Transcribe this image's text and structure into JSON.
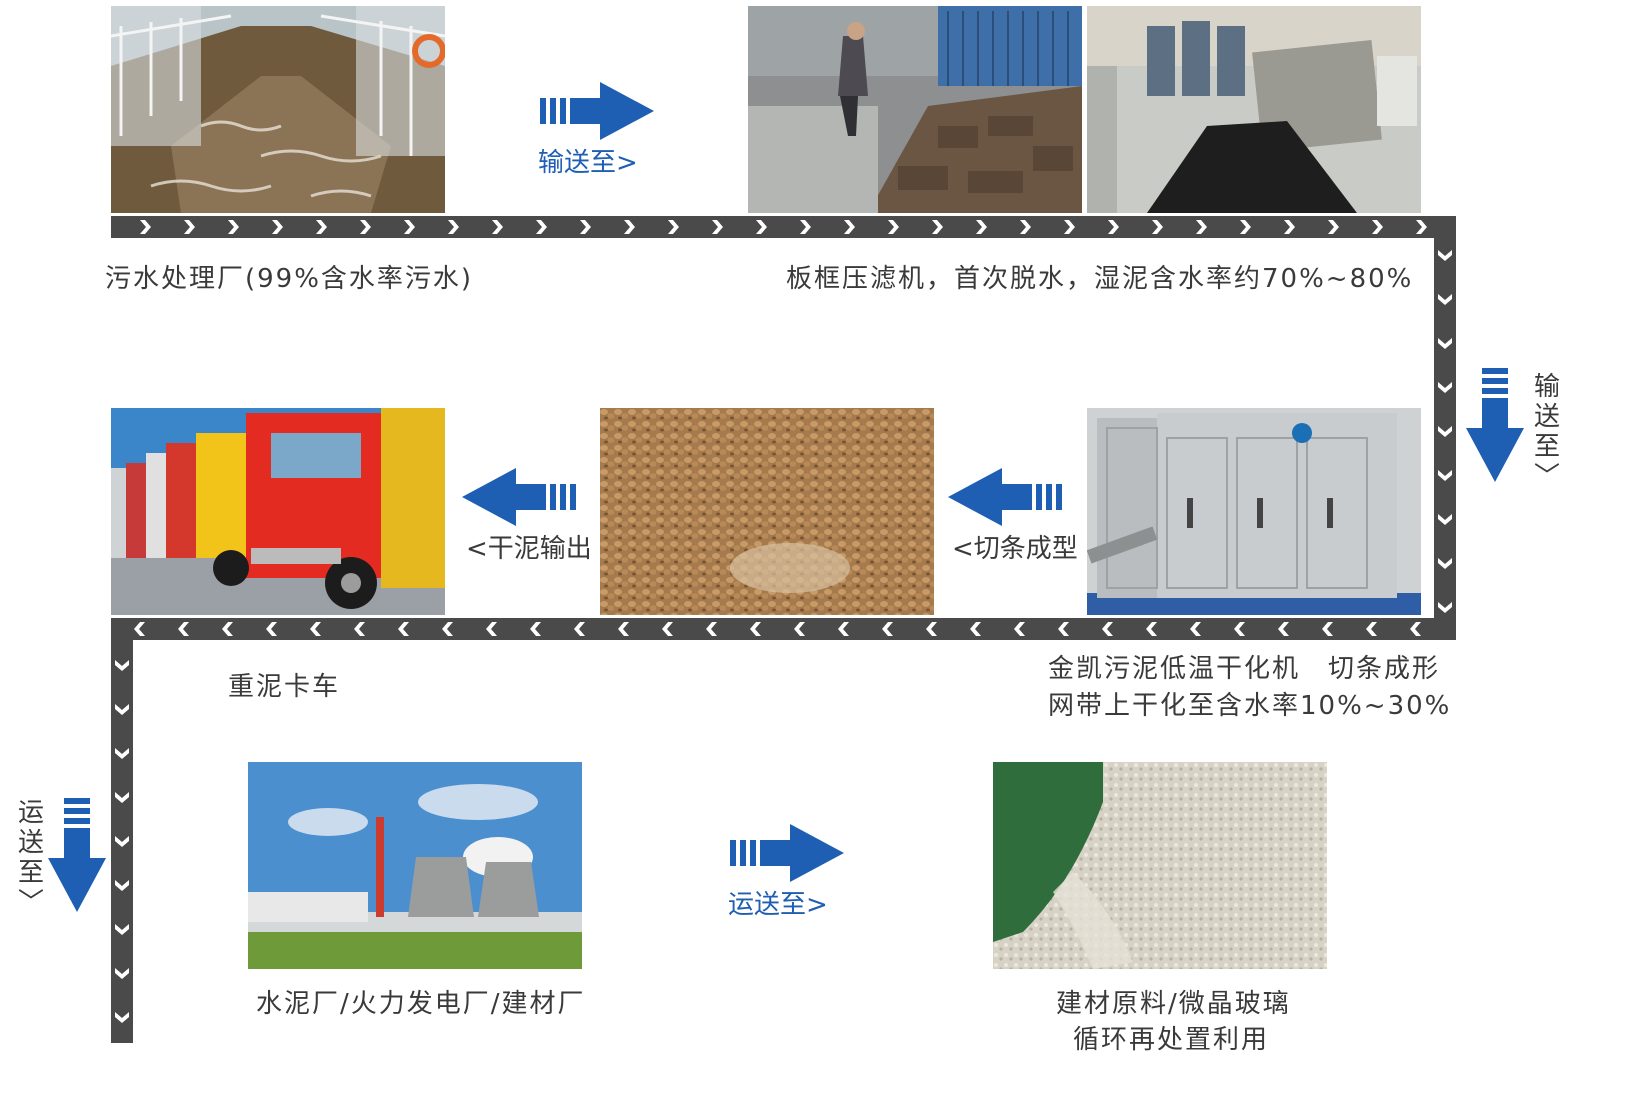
{
  "colors": {
    "belt": "#4a4a4a",
    "arrow": "#1f5fb3",
    "text": "#3a3a3a"
  },
  "steps": {
    "wastewater": {
      "label": "污水处理厂(99%含水率污水)",
      "image": "wastewater-tank-photo"
    },
    "filter_press": {
      "label": "板框压滤机，首次脱水，湿泥含水率约70%~80%",
      "images": [
        "filter-press-photo",
        "screw-press-photo"
      ]
    },
    "dryer": {
      "line1": "金凯污泥低温干化机　切条成形",
      "line2": "网带上干化至含水率10%~30%",
      "image": "sludge-dryer-photo"
    },
    "granules": {
      "image": "dried-sludge-granules-photo"
    },
    "trucks": {
      "label": "重泥卡车",
      "image": "trucks-photo"
    },
    "plant": {
      "label": "水泥厂/火力发电厂/建材厂",
      "image": "power-plant-photo"
    },
    "reuse": {
      "line1": "建材原料/微晶玻璃",
      "line2": "循环再处置利用",
      "image": "building-material-photo"
    }
  },
  "arrows": {
    "a1": "输送至>",
    "a2_chars": [
      "输",
      "送",
      "至",
      "﹀"
    ],
    "a3": "<切条成型",
    "a4": "<干泥输出",
    "a5_chars": [
      "运",
      "送",
      "至",
      "﹀"
    ],
    "a6": "运送至>"
  }
}
